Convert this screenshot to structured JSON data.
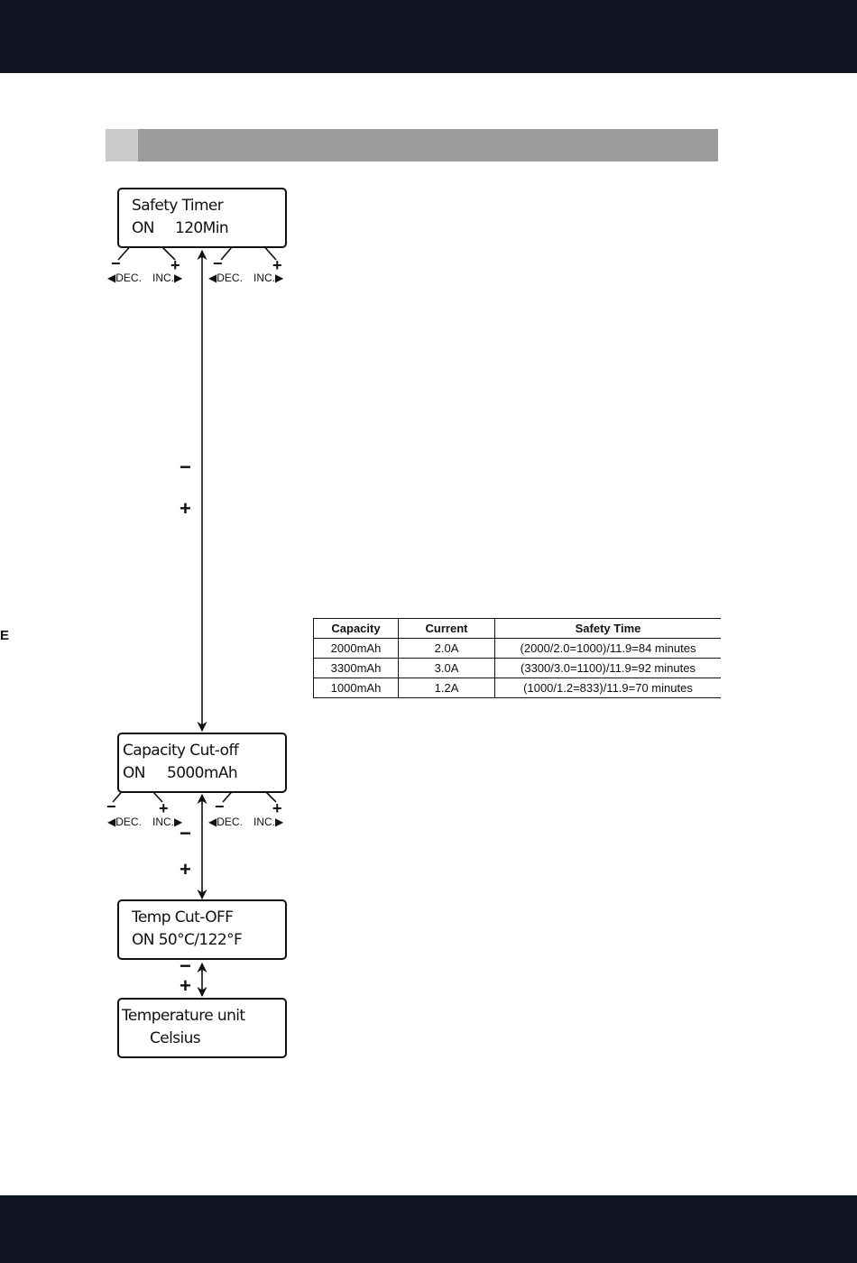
{
  "page": {
    "colors": {
      "header_band": "#111425",
      "section_bar": "#9c9c9c",
      "section_tab": "#cbcbcb"
    },
    "side_letter": "E"
  },
  "safety_timer": {
    "title": "Safety Timer",
    "state": "ON",
    "value": "120Min"
  },
  "capacity_cutoff": {
    "title": "Capacity Cut-off",
    "state": "ON",
    "value": "5000mAh"
  },
  "temp_cutoff": {
    "title": "Temp Cut-OFF",
    "value": "ON 50°C/122°F"
  },
  "temperature_unit": {
    "title": "Temperature unit",
    "value": "Celsius"
  },
  "controls": {
    "dec": "◀DEC.",
    "inc": "INC.▶",
    "minus": "−",
    "plus": "+"
  },
  "nav_signs": {
    "minus": "−",
    "plus": "+"
  },
  "safety_table": {
    "headers": [
      "Capacity",
      "Current",
      "Safety Time"
    ],
    "rows": [
      [
        "2000mAh",
        "2.0A",
        "(2000/2.0=1000)/11.9=84 minutes"
      ],
      [
        "3300mAh",
        "3.0A",
        "(3300/3.0=1100)/11.9=92 minutes"
      ],
      [
        "1000mAh",
        "1.2A",
        "(1000/1.2=833)/11.9=70 minutes"
      ]
    ]
  }
}
